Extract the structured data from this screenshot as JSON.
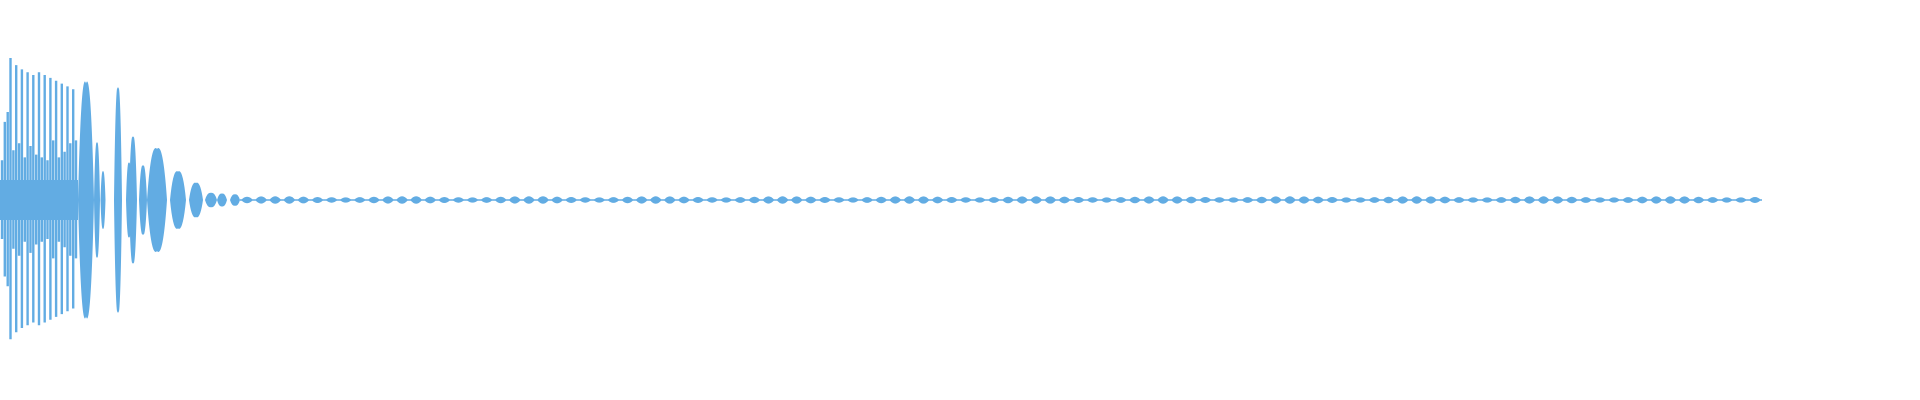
{
  "waveform": {
    "color": "#62ace3",
    "background": "#ffffff",
    "head_peaks": [
      0.28,
      0.55,
      0.62,
      1.0,
      0.35,
      0.95,
      0.4,
      0.92,
      0.3,
      0.9,
      0.38,
      0.88,
      0.32,
      0.9,
      0.3,
      0.88,
      0.28,
      0.86,
      0.42,
      0.84,
      0.3,
      0.82,
      0.34,
      0.8,
      0.4,
      0.78,
      0.42
    ],
    "lobes": [
      {
        "amp": 0.82
      },
      {
        "amp": 0.4
      },
      {
        "amp": 0.2
      },
      {
        "amp": 0.78
      },
      {
        "amp": 0.26
      },
      {
        "amp": 0.44
      },
      {
        "amp": 0.24
      },
      {
        "amp": 0.36
      },
      {
        "amp": 0.2
      },
      {
        "amp": 0.12
      },
      {
        "amp": 0.05
      },
      {
        "amp": 0.045
      },
      {
        "amp": 0.04
      }
    ],
    "tail_amplitude": 0.028,
    "tail_ripple_count": 108
  }
}
